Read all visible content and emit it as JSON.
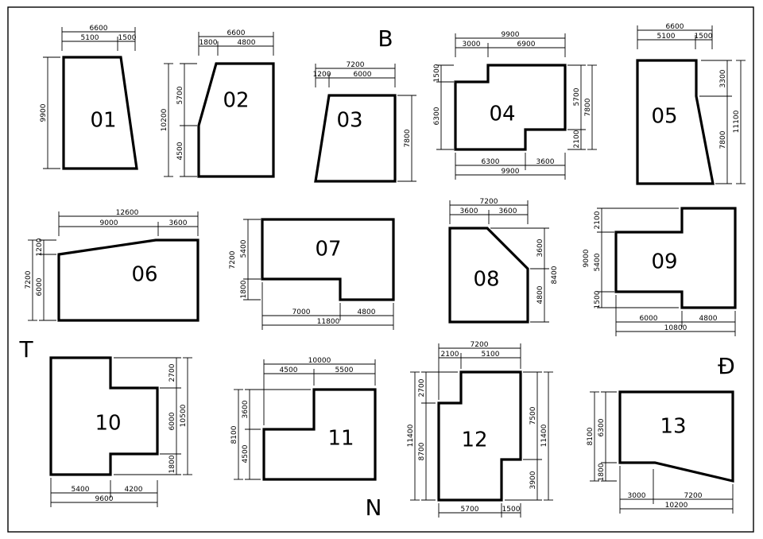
{
  "directions": {
    "north": "B",
    "south": "N",
    "west": "T",
    "east": "Đ"
  },
  "shapes": [
    {
      "label": "01",
      "dims": [
        "6600",
        "5100",
        "1500",
        "9900"
      ]
    },
    {
      "label": "02",
      "dims": [
        "6600",
        "1800",
        "4800",
        "5700",
        "10200",
        "4500"
      ]
    },
    {
      "label": "03",
      "dims": [
        "7200",
        "1200",
        "6000",
        "7800"
      ]
    },
    {
      "label": "04",
      "dims": [
        "9900",
        "3000",
        "6900",
        "1500",
        "6300",
        "5700",
        "7800",
        "2100",
        "6300",
        "3600",
        "9900"
      ]
    },
    {
      "label": "05",
      "dims": [
        "6600",
        "5100",
        "1500",
        "3300",
        "11100",
        "7800"
      ]
    },
    {
      "label": "06",
      "dims": [
        "12600",
        "9000",
        "3600",
        "1200",
        "7200",
        "6000"
      ]
    },
    {
      "label": "07",
      "dims": [
        "7200",
        "5400",
        "1800",
        "7000",
        "4800",
        "11800"
      ]
    },
    {
      "label": "08",
      "dims": [
        "7200",
        "3600",
        "3600",
        "3600",
        "8400",
        "4800"
      ]
    },
    {
      "label": "09",
      "dims": [
        "2100",
        "9000",
        "5400",
        "1500",
        "6000",
        "4800",
        "10800"
      ]
    },
    {
      "label": "10",
      "dims": [
        "2700",
        "6000",
        "10500",
        "1800",
        "5400",
        "4200",
        "9600"
      ]
    },
    {
      "label": "11",
      "dims": [
        "10000",
        "4500",
        "5500",
        "3600",
        "8100",
        "4500"
      ]
    },
    {
      "label": "12",
      "dims": [
        "7200",
        "2100",
        "5100",
        "2700",
        "11400",
        "8700",
        "7500",
        "11400",
        "3900",
        "5700",
        "1500"
      ]
    },
    {
      "label": "13",
      "dims": [
        "8100",
        "6300",
        "1800",
        "3000",
        "7200",
        "10200"
      ]
    }
  ]
}
